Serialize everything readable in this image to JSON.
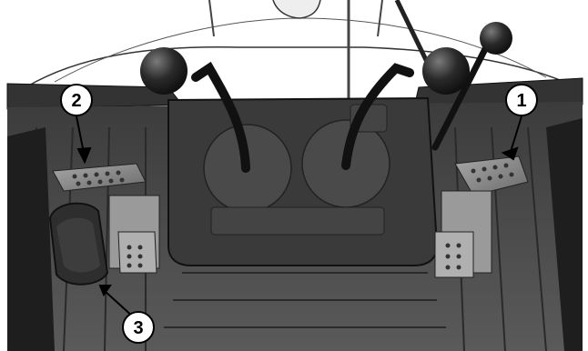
{
  "callouts": [
    {
      "id": "1",
      "label": "1"
    },
    {
      "id": "2",
      "label": "2"
    },
    {
      "id": "3",
      "label": "3"
    }
  ],
  "colors": {
    "background": "#ffffff",
    "floor": "#4a4a4a",
    "console": "#3a3a3a",
    "knob": "#2a2a2a",
    "pedal": "#8a8a8a"
  }
}
